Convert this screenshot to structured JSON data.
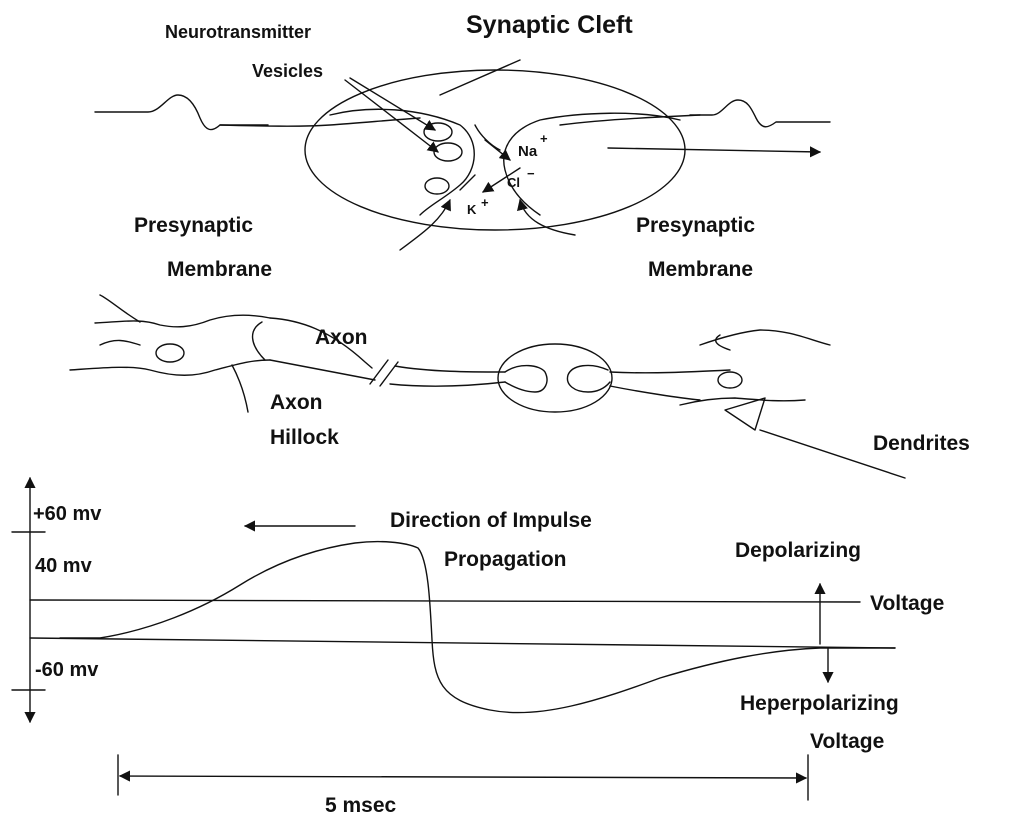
{
  "labels": {
    "synaptic_cleft": "Synaptic Cleft",
    "neurotransmitter": "Neurotransmitter",
    "vesicles": "Vesicles",
    "na_ion": "Na",
    "na_charge": "+",
    "cl_ion": "Cl",
    "cl_charge": "−",
    "k_ion": "K",
    "k_charge": "+",
    "presynaptic_left_1": "Presynaptic",
    "presynaptic_left_2": "Membrane",
    "presynaptic_right_1": "Presynaptic",
    "presynaptic_right_2": "Membrane",
    "axon": "Axon",
    "axon_hillock_1": "Axon",
    "axon_hillock_2": "Hillock",
    "dendrites": "Dendrites",
    "plus_60": "+60 mv",
    "plus_40": "40 mv",
    "minus_60": "-60 mv",
    "direction_1": "Direction of Impulse",
    "direction_2": "Propagation",
    "depolarizing_1": "Depolarizing",
    "depolarizing_2": "Voltage",
    "hyperpolarizing_1": "Heperpolarizing",
    "hyperpolarizing_2": "Voltage",
    "time_span": "5 msec"
  },
  "colors": {
    "ink": "#111111",
    "background": "#ffffff"
  }
}
